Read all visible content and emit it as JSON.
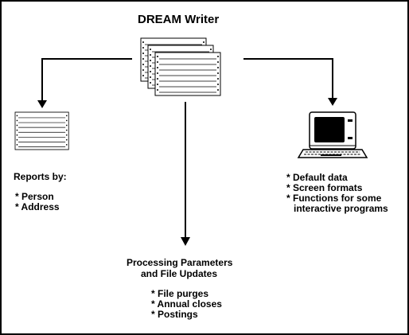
{
  "title": "DREAM Writer",
  "reports": {
    "heading": "Reports by:",
    "items": [
      "* Person",
      "* Address"
    ]
  },
  "processing": {
    "heading_line1": "Processing Parameters",
    "heading_line2": "and File Updates",
    "items": [
      "* File purges",
      "* Annual closes",
      "* Postings"
    ]
  },
  "interactive": {
    "items": [
      "* Default data",
      "* Screen formats",
      "* Functions for some",
      "interactive programs"
    ]
  },
  "icons": {
    "center": "stacked-forms-icon",
    "left": "report-form-icon",
    "right": "computer-terminal-icon"
  },
  "colors": {
    "line": "#000000",
    "screen": "#000000",
    "background": "#ffffff"
  }
}
